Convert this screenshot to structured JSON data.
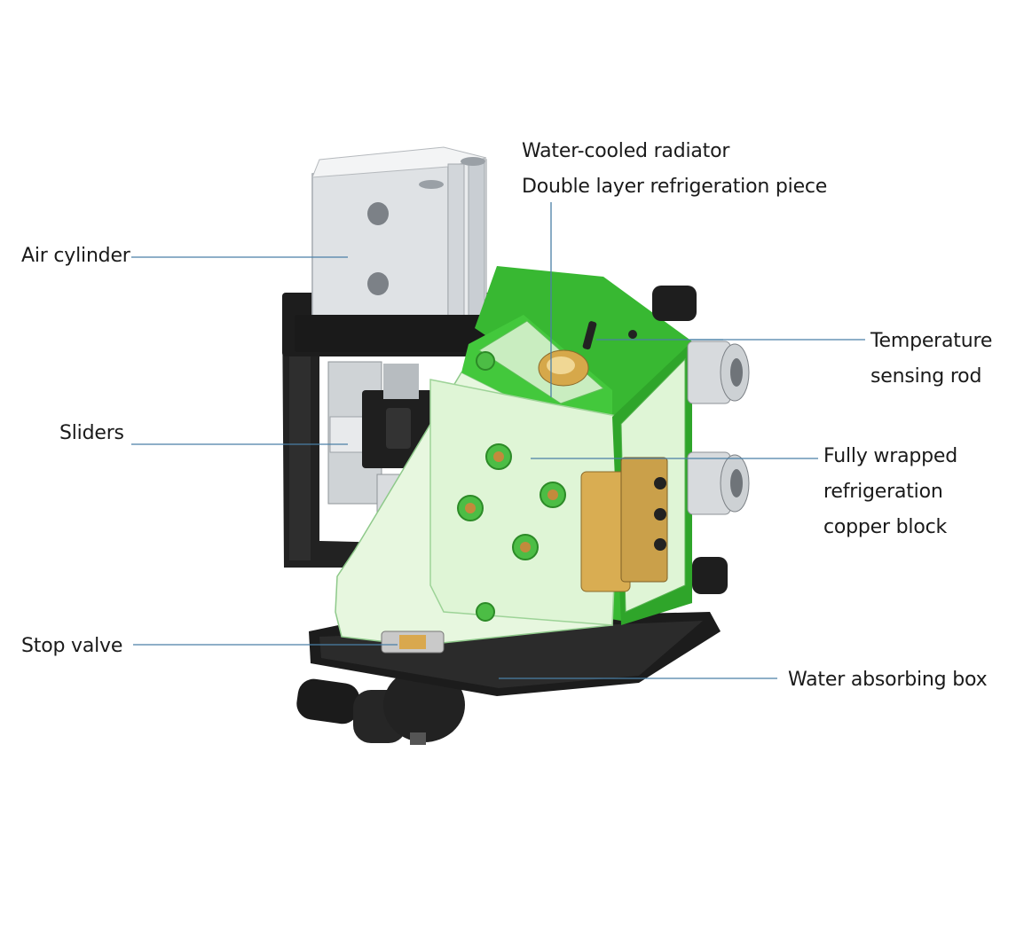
{
  "labels": {
    "air_cylinder": "Air cylinder",
    "sliders": "Sliders",
    "stop_valve": "Stop valve",
    "water_cooled_radiator": "Water-cooled radiator",
    "double_layer_piece": "Double layer refrigeration piece",
    "temperature_rod": [
      "Temperature",
      "sensing rod"
    ],
    "copper_block": [
      "Fully wrapped",
      "refrigeration",
      "copper block"
    ],
    "water_absorbing_box": "Water absorbing box"
  },
  "colors": {
    "leader_line": "#4a7fa6",
    "green_body": "#3fc23a",
    "green_light": "#dff5d6",
    "black_part": "#1f1f1f",
    "cylinder_silver": "#e6e8ea",
    "copper": "#d6a84a"
  }
}
